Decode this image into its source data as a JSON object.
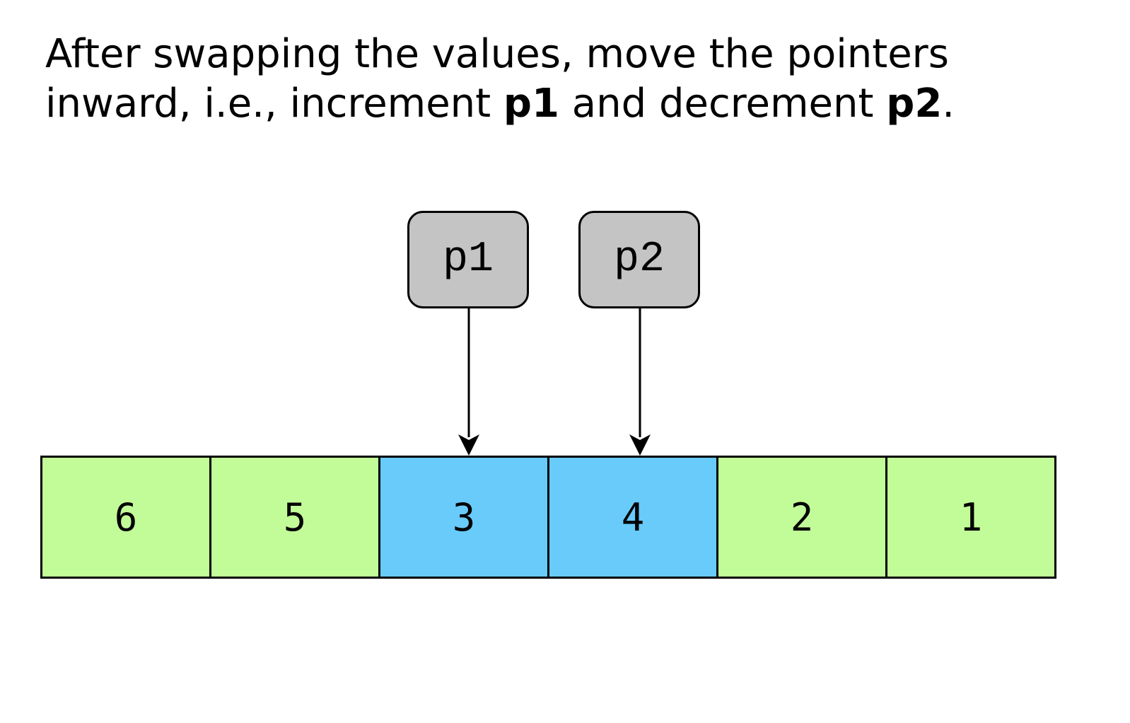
{
  "caption": {
    "line1": "After swapping the values, move the pointers",
    "line2_start": "inward, i.e., increment ",
    "p1_bold": "p1",
    "middle": " and decrement ",
    "p2_bold": "p2",
    "end": "."
  },
  "pointers": [
    {
      "label": "p1",
      "index": 2
    },
    {
      "label": "p2",
      "index": 3
    }
  ],
  "array": {
    "cells": [
      {
        "value": "6",
        "color": "#c2fc98"
      },
      {
        "value": "5",
        "color": "#c2fc98"
      },
      {
        "value": "3",
        "color": "#68cbfa"
      },
      {
        "value": "4",
        "color": "#68cbfa"
      },
      {
        "value": "2",
        "color": "#c2fc98"
      },
      {
        "value": "1",
        "color": "#c2fc98"
      }
    ]
  }
}
